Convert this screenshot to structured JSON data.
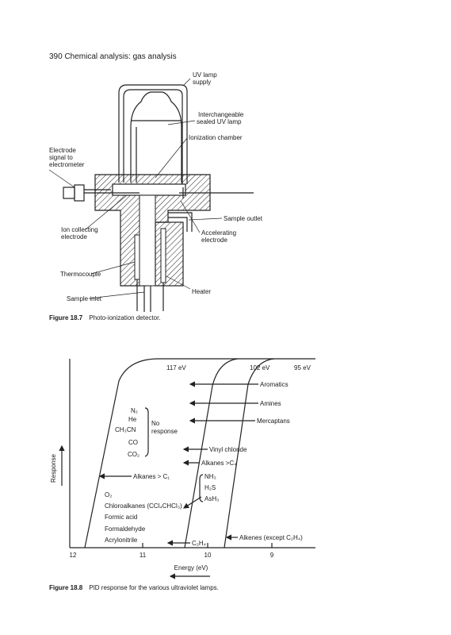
{
  "header": {
    "running_head": "390  Chemical analysis: gas analysis"
  },
  "figure_18_7": {
    "labels": {
      "uv_lamp_supply_1": "UV  lamp",
      "uv_lamp_supply_2": "supply",
      "interchangeable_1": "Interchangeable",
      "interchangeable_2": "sealed UV lamp",
      "ionization_chamber": "Ionization chamber",
      "electrode_1": "Electrode",
      "electrode_2": "signal to",
      "electrode_3": "electrometer",
      "sample_outlet": "Sample outlet",
      "ion_collecting_1": "Ion collecting",
      "ion_collecting_2": "electrode",
      "accelerating_1": "Accelerating",
      "accelerating_2": "electrode",
      "thermocouple": "Thermocouple",
      "heater": "Heater",
      "sample_inlet": "Sample inlet"
    },
    "caption_number": "Figure 18.7",
    "caption_text": "Photo-ionization detector."
  },
  "figure_18_8": {
    "lamp_labels": [
      "117 eV",
      "102 eV",
      "95 eV"
    ],
    "ylabel": "Response",
    "xlabel": "Energy (eV)",
    "xticks": [
      "12",
      "11",
      "10",
      "9"
    ],
    "right_labels": {
      "aromatics": "Aromatics",
      "amines": "Amines",
      "mercaptans": "Mercaptans",
      "vinyl_chloride": "Vinyl chloride",
      "alkanes_c4": "Alkanes >C₄",
      "nh3": "NH₃",
      "h2s": "H₂S",
      "ash3": "AsH₃",
      "alkenes": "Alkenes (except C₂H₄)",
      "c2h4": "C₂H₄"
    },
    "no_response_group": [
      "N₂",
      "He",
      "CH₃CN",
      "CO",
      "CO₂"
    ],
    "no_response_1": "No",
    "no_response_2": "response",
    "alkanes_c1": "Alkanes > C₁",
    "left_list": [
      "O₂",
      "Chloroalkanes (CCl₄CHCl₃)",
      "Formic acid",
      "Formaldehyde",
      "Acrylonitrile"
    ],
    "caption_number": "Figure 18.8",
    "caption_text": "PID response for the various ultraviolet lamps."
  }
}
